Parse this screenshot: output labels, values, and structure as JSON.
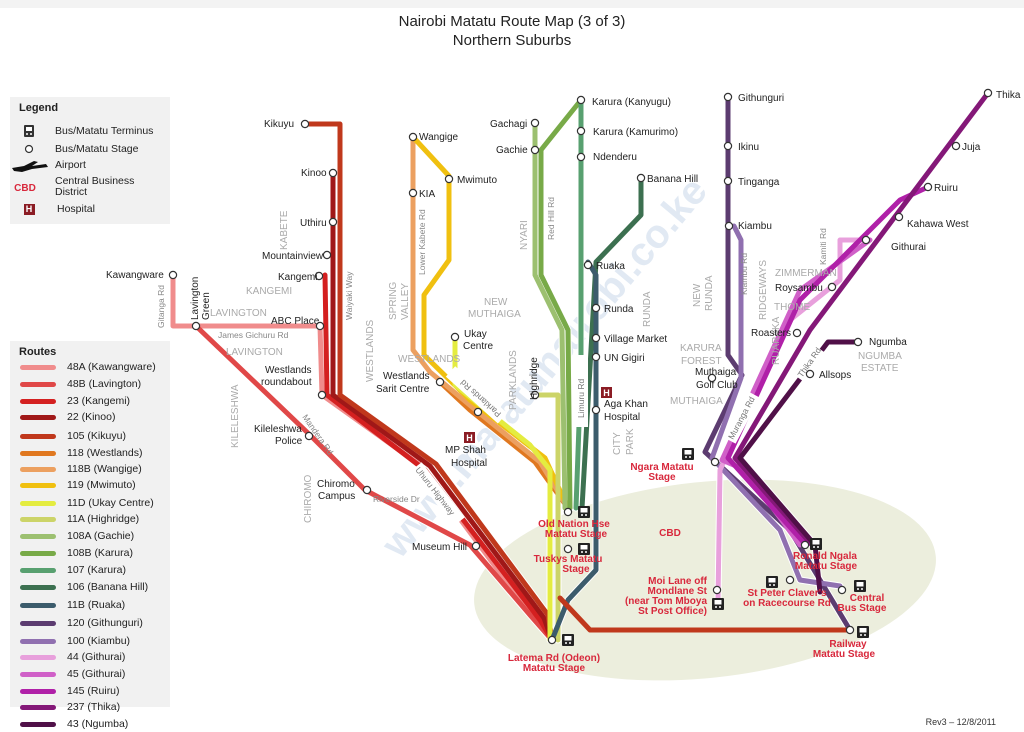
{
  "title": {
    "line1": "Nairobi Matatu Route Map (3 of 3)",
    "line2": "Northern Suburbs"
  },
  "legend": {
    "heading": "Legend",
    "items": [
      {
        "icon": "bus-terminus-icon",
        "label": "Bus/Matatu Terminus"
      },
      {
        "icon": "bus-stage-icon",
        "label": "Bus/Matatu Stage"
      },
      {
        "icon": "airport-icon",
        "label": "Airport"
      },
      {
        "icon": "cbd-icon",
        "symbol": "CBD",
        "label": "Central Business District"
      },
      {
        "icon": "hospital-icon",
        "symbol": "H",
        "label": "Hospital"
      }
    ]
  },
  "routes_legend": {
    "heading": "Routes",
    "items": [
      {
        "label": "48A (Kawangware)",
        "color": "#f08c8c"
      },
      {
        "label": "48B (Lavington)",
        "color": "#e04848"
      },
      {
        "label": "23 (Kangemi)",
        "color": "#d42020"
      },
      {
        "label": "22 (Kinoo)",
        "color": "#a01818"
      },
      {
        "label": "105 (Kikuyu)",
        "color": "#c0381c"
      },
      {
        "label": "118 (Westlands)",
        "color": "#e07820"
      },
      {
        "label": "118B (Wangige)",
        "color": "#eca060"
      },
      {
        "label": "119 (Mwimuto)",
        "color": "#f0c010"
      },
      {
        "label": "11D (Ukay Centre)",
        "color": "#e4ec40"
      },
      {
        "label": "11A (Highridge)",
        "color": "#ccd468"
      },
      {
        "label": "108A (Gachie)",
        "color": "#9cc070"
      },
      {
        "label": "108B (Karura)",
        "color": "#78aa48"
      },
      {
        "label": "107 (Karura)",
        "color": "#58a070"
      },
      {
        "label": "106 (Banana Hill)",
        "color": "#3c7050"
      },
      {
        "label": "11B (Ruaka)",
        "color": "#3c5c6c"
      },
      {
        "label": "120 (Githunguri)",
        "color": "#5c3c70"
      },
      {
        "label": "100 (Kiambu)",
        "color": "#9070b0"
      },
      {
        "label": "44 (Githurai)",
        "color": "#e8a0dc"
      },
      {
        "label": "45 (Githurai)",
        "color": "#d060c8"
      },
      {
        "label": "145 (Ruiru)",
        "color": "#b020a8"
      },
      {
        "label": "237 (Thika)",
        "color": "#841878"
      },
      {
        "label": "43 (Ngumba)",
        "color": "#501048"
      }
    ]
  },
  "stages": [
    {
      "name": "Kikuyu"
    },
    {
      "name": "Kinoo"
    },
    {
      "name": "Uthiru"
    },
    {
      "name": "Mountainview"
    },
    {
      "name": "Kangemi"
    },
    {
      "name": "Kawangware"
    },
    {
      "name": "Lavington Green"
    },
    {
      "name": "ABC Place"
    },
    {
      "name": "Westlands roundabout"
    },
    {
      "name": "Kileleshwa Police"
    },
    {
      "name": "Chiromo Campus"
    },
    {
      "name": "Museum Hill"
    },
    {
      "name": "Wangige"
    },
    {
      "name": "KIA"
    },
    {
      "name": "Mwimuto"
    },
    {
      "name": "Ukay Centre"
    },
    {
      "name": "Westlands Sarit Centre"
    },
    {
      "name": "MP Shah Hospital"
    },
    {
      "name": "Highridge"
    },
    {
      "name": "Gachagi"
    },
    {
      "name": "Gachie"
    },
    {
      "name": "Karura (Kanyugu)"
    },
    {
      "name": "Karura (Kamurimo)"
    },
    {
      "name": "Ndenderu"
    },
    {
      "name": "Banana Hill"
    },
    {
      "name": "Ruaka"
    },
    {
      "name": "Runda"
    },
    {
      "name": "Village Market"
    },
    {
      "name": "UN Gigiri"
    },
    {
      "name": "Aga Khan Hospital"
    },
    {
      "name": "Githunguri"
    },
    {
      "name": "Ikinu"
    },
    {
      "name": "Tinganga"
    },
    {
      "name": "Kiambu"
    },
    {
      "name": "Muthaiga Golf Club"
    },
    {
      "name": "Roysambu"
    },
    {
      "name": "Roasters"
    },
    {
      "name": "Githurai"
    },
    {
      "name": "Kahawa West"
    },
    {
      "name": "Ruiru"
    },
    {
      "name": "Juja"
    },
    {
      "name": "Thika"
    },
    {
      "name": "Ngumba"
    },
    {
      "name": "Allsops"
    }
  ],
  "terminals": [
    {
      "name": "Old Nation Hse Matatu Stage"
    },
    {
      "name": "Tuskys Matatu Stage"
    },
    {
      "name": "Latema Rd (Odeon) Matatu Stage"
    },
    {
      "name": "Ngara Matatu Stage"
    },
    {
      "name": "Moi Lane off Mondlane St (near Tom Mboya St Post Office)"
    },
    {
      "name": "St Peter Claver's on Racecourse Rd"
    },
    {
      "name": "Ronald Ngala Matatu Stage"
    },
    {
      "name": "Central Bus Stage"
    },
    {
      "name": "Railway Matatu Stage"
    }
  ],
  "labels": {
    "kikuyu": "Kikuyu",
    "kinoo": "Kinoo",
    "uthiru": "Uthiru",
    "mountainview": "Mountainview",
    "kangemi": "Kangemi",
    "kawangware": "Kawangware",
    "lavington_green_1": "Lavington",
    "lavington_green_2": "Green",
    "abc_place": "ABC Place",
    "westlands_rb_1": "Westlands",
    "westlands_rb_2": "roundabout",
    "kileleshwa_police_1": "Kileleshwa",
    "kileleshwa_police_2": "Police",
    "chiromo_1": "Chiromo",
    "chiromo_2": "Campus",
    "museum_hill": "Museum Hill",
    "wangige": "Wangige",
    "kia": "KIA",
    "mwimuto": "Mwimuto",
    "ukay_1": "Ukay",
    "ukay_2": "Centre",
    "sarit_1": "Westlands",
    "sarit_2": "Sarit Centre",
    "mpshah_1": "MP Shah",
    "mpshah_2": "Hospital",
    "highridge": "Highridge",
    "gachagi": "Gachagi",
    "gachie": "Gachie",
    "kanyugu": "Karura (Kanyugu)",
    "kamurimo": "Karura (Kamurimo)",
    "ndenderu": "Ndenderu",
    "banana_hill": "Banana Hill",
    "ruaka": "Ruaka",
    "runda": "Runda",
    "village_market": "Village Market",
    "un_gigiri": "UN Gigiri",
    "agakhan_1": "Aga Khan",
    "agakhan_2": "Hospital",
    "githunguri": "Githunguri",
    "ikinu": "Ikinu",
    "tinganga": "Tinganga",
    "kiambu": "Kiambu",
    "muthaiga_gc_1": "Muthaiga",
    "muthaiga_gc_2": "Golf Club",
    "roysambu": "Roysambu",
    "roasters": "Roasters",
    "githurai": "Githurai",
    "kahawa_west": "Kahawa West",
    "ruiru": "Ruiru",
    "juja": "Juja",
    "thika": "Thika",
    "ngumba": "Ngumba",
    "allsops": "Allsops",
    "old_nation_1": "Old Nation Hse",
    "old_nation_2": "Matatu Stage",
    "tuskys_1": "Tuskys Matatu",
    "tuskys_2": "Stage",
    "latema_1": "Latema Rd (Odeon)",
    "latema_2": "Matatu Stage",
    "ngara_1": "Ngara Matatu",
    "ngara_2": "Stage",
    "moi_1": "Moi Lane off",
    "moi_2": "Mondlane St",
    "moi_3": "(near Tom Mboya",
    "moi_4": "St Post Office)",
    "stpeter_1": "St Peter Claver's",
    "stpeter_2": "on Racecourse Rd",
    "ronald_1": "Ronald Ngala",
    "ronald_2": "Matatu Stage",
    "central_1": "Central",
    "central_2": "Bus Stage",
    "railway_1": "Railway",
    "railway_2": "Matatu Stage",
    "cbd": "CBD"
  },
  "areas": {
    "kabete": "KABETE",
    "kangemi": "KANGEMI",
    "lavington_a": "LAVINGTON",
    "lavington_b": "LAVINGTON",
    "kileleshwa": "KILELESHWA",
    "chiromo": "CHIROMO",
    "westlands_v": "WESTLANDS",
    "westlands_h": "WESTLANDS",
    "spring": "SPRING",
    "valley": "VALLEY",
    "new": "NEW",
    "muthaiga": "MUTHAIGA",
    "nyari": "NYARI",
    "parklands": "PARKLANDS",
    "runda": "RUNDA",
    "city": "CITY",
    "park": "PARK",
    "new_runda_1": "NEW",
    "new_runda_2": "RUNDA",
    "ridgeways": "RIDGEWAYS",
    "karura": "KARURA",
    "forest": "FOREST",
    "muthaiga2": "MUTHAIGA",
    "zimmerman": "ZIMMERMAN",
    "thome": "THOME",
    "ruaraka": "RUARAKA",
    "ngumba": "NGUMBA",
    "estate": "ESTATE"
  },
  "roads": {
    "waiyaki": "Waiyaki Way",
    "gitanga": "Gitanga Rd",
    "james_gichuru": "James Gichuru Rd",
    "lower_kabete": "Lower Kabete Rd",
    "red_hill": "Red Hill Rd",
    "limuru": "Limuru Rd",
    "parklands": "Parklands Rd",
    "uhuru": "Uhuru Highway",
    "riverside": "Riverside Dr",
    "mandera": "Mandera Rd",
    "kiambu": "Kiambu Rd",
    "kamiti": "Kamiti Rd",
    "thika": "Thika Rd",
    "muranga": "Muranga Rd"
  },
  "watermark": "www.matatunairobi.co.ke",
  "revision": "Rev3 – 12/8/2011"
}
